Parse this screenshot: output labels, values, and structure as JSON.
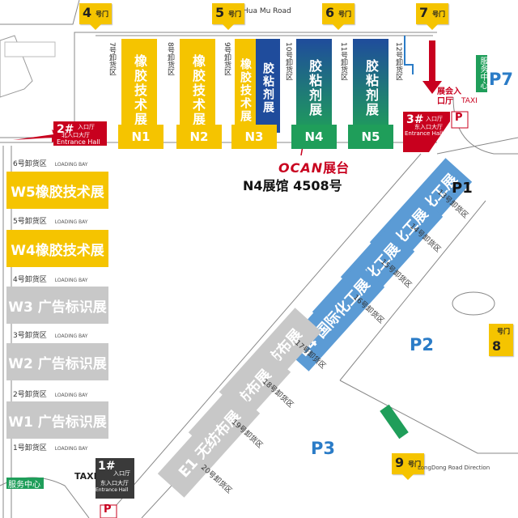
{
  "chart_data": null,
  "road_top": "Hua Mu Road",
  "gates": [
    {
      "num": "4",
      "label": "号门"
    },
    {
      "num": "5",
      "label": "号门"
    },
    {
      "num": "6",
      "label": "号门"
    },
    {
      "num": "7",
      "label": "号门"
    },
    {
      "num": "8",
      "label": "号门"
    },
    {
      "num": "9",
      "label": "号门"
    }
  ],
  "north_halls": [
    {
      "id": "N1",
      "title": "橡胶技术展",
      "color": "#f5c400"
    },
    {
      "id": "N2",
      "title": "橡胶技术展",
      "color": "#f5c400"
    },
    {
      "id": "N3",
      "title": "橡胶技术展",
      "title2": "胶粘剂展",
      "color": "#f5c400"
    },
    {
      "id": "N4",
      "title": "胶粘剂展",
      "color": "#1f9e5a"
    },
    {
      "id": "N5",
      "title": "胶粘剂展",
      "color": "#1f9e5a"
    }
  ],
  "north_bays": [
    "7号卸货区",
    "8号卸货区",
    "9号卸货区",
    "10号卸货区",
    "11号卸货区",
    "12号卸货区"
  ],
  "loading_bay_en": "LOADING BAY",
  "west_halls": [
    {
      "id": "W5",
      "title": "W5橡胶技术展",
      "color": "#f5c400"
    },
    {
      "id": "W4",
      "title": "W4橡胶技术展",
      "color": "#f5c400"
    },
    {
      "id": "W3",
      "title": "W3 广告标识展",
      "color": "#c8c8c8"
    },
    {
      "id": "W2",
      "title": "W2 广告标识展",
      "color": "#c8c8c8"
    },
    {
      "id": "W1",
      "title": "W1 广告标识展",
      "color": "#c8c8c8"
    }
  ],
  "west_bays": [
    "6号卸货区",
    "5号卸货区",
    "4号卸货区",
    "3号卸货区",
    "2号卸货区",
    "1号卸货区"
  ],
  "east_halls": [
    {
      "id": "E7",
      "title": "E7 国际化工展",
      "color": "#5b9bd5"
    },
    {
      "id": "E6",
      "title": "E6 国际化工展",
      "color": "#5b9bd5"
    },
    {
      "id": "E5",
      "title": "E5 国际化工展",
      "color": "#5b9bd5"
    },
    {
      "id": "E4",
      "title": "E4 国际化工展",
      "color": "#5b9bd5"
    },
    {
      "id": "E3",
      "title": "E3 无纺布展",
      "color": "#c8c8c8"
    },
    {
      "id": "E2",
      "title": "E2 无纺布展",
      "color": "#c8c8c8"
    },
    {
      "id": "E1",
      "title": "E1 无纺布展",
      "color": "#c8c8c8"
    }
  ],
  "east_bays": [
    "13号卸货区",
    "14号卸货区",
    "15号卸货区",
    "16号卸货区",
    "17号卸货区",
    "18号卸货区",
    "19号卸货区",
    "20号卸货区"
  ],
  "parking": [
    "P1",
    "P2",
    "P3",
    "P7"
  ],
  "entrances": {
    "e1": {
      "num": "1#",
      "cn": "入口厅",
      "cn2": "东入口大厅",
      "en": "Entrance Hall"
    },
    "e2": {
      "num": "2#",
      "cn": "入口厅",
      "cn2": "北入口大厅",
      "en": "Entrance Hall"
    },
    "e3": {
      "num": "3#",
      "cn": "入口厅",
      "cn2": "东入口大厅",
      "en": "Entrance Hall"
    }
  },
  "exhibitor": {
    "brand": "OCAN",
    "suffix": "展台",
    "booth": "N4展馆 4508号"
  },
  "expo_entrance": "展会入口厅",
  "taxi": "TAXI",
  "service_center": "服务中心",
  "pudong_road": "LongDong Road Direction",
  "colors": {
    "yellow": "#f5c400",
    "green": "#1f9e5a",
    "navy": "#1f4c9c",
    "blue": "#5b9bd5",
    "gray": "#c8c8c8",
    "red": "#c8001e"
  }
}
